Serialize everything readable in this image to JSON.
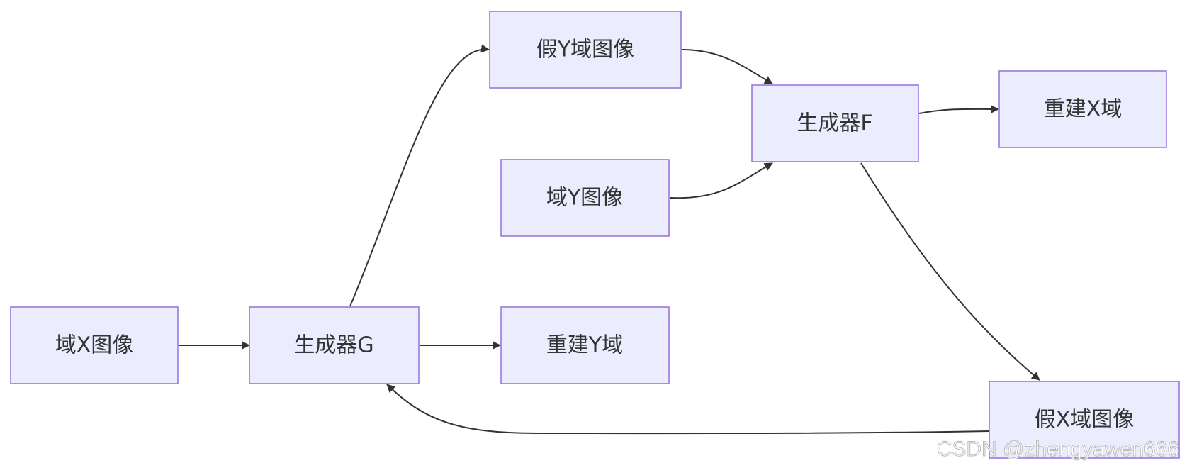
{
  "nodes": {
    "domain_x_image": "域X图像",
    "generator_g": "生成器G",
    "fake_y_image": "假Y域图像",
    "domain_y_image": "域Y图像",
    "reconstructed_y": "重建Y域",
    "generator_f": "生成器F",
    "reconstructed_x": "重建X域",
    "fake_x_image": "假X域图像"
  },
  "edges": [
    {
      "from": "domain_x_image",
      "to": "generator_g"
    },
    {
      "from": "generator_g",
      "to": "fake_y_image"
    },
    {
      "from": "generator_g",
      "to": "reconstructed_y"
    },
    {
      "from": "fake_y_image",
      "to": "generator_f"
    },
    {
      "from": "domain_y_image",
      "to": "generator_f"
    },
    {
      "from": "generator_f",
      "to": "reconstructed_x"
    },
    {
      "from": "generator_f",
      "to": "fake_x_image"
    },
    {
      "from": "fake_x_image",
      "to": "generator_g"
    }
  ],
  "watermark": "CSDN @zhengyawen666",
  "colors": {
    "node_fill": "#ECECFF",
    "node_stroke": "#9370DB",
    "edge": "#333333",
    "text": "#333333"
  }
}
